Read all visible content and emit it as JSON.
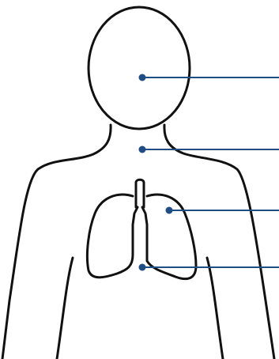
{
  "diagram": {
    "figure": "human-upper-body-outline",
    "background_color": "#ffffff",
    "outline_color": "#111111",
    "marker_color": "#1f4e86",
    "markers": [
      {
        "target": "head",
        "label": ""
      },
      {
        "target": "neck",
        "label": ""
      },
      {
        "target": "lung",
        "label": ""
      },
      {
        "target": "chest",
        "label": ""
      }
    ]
  }
}
